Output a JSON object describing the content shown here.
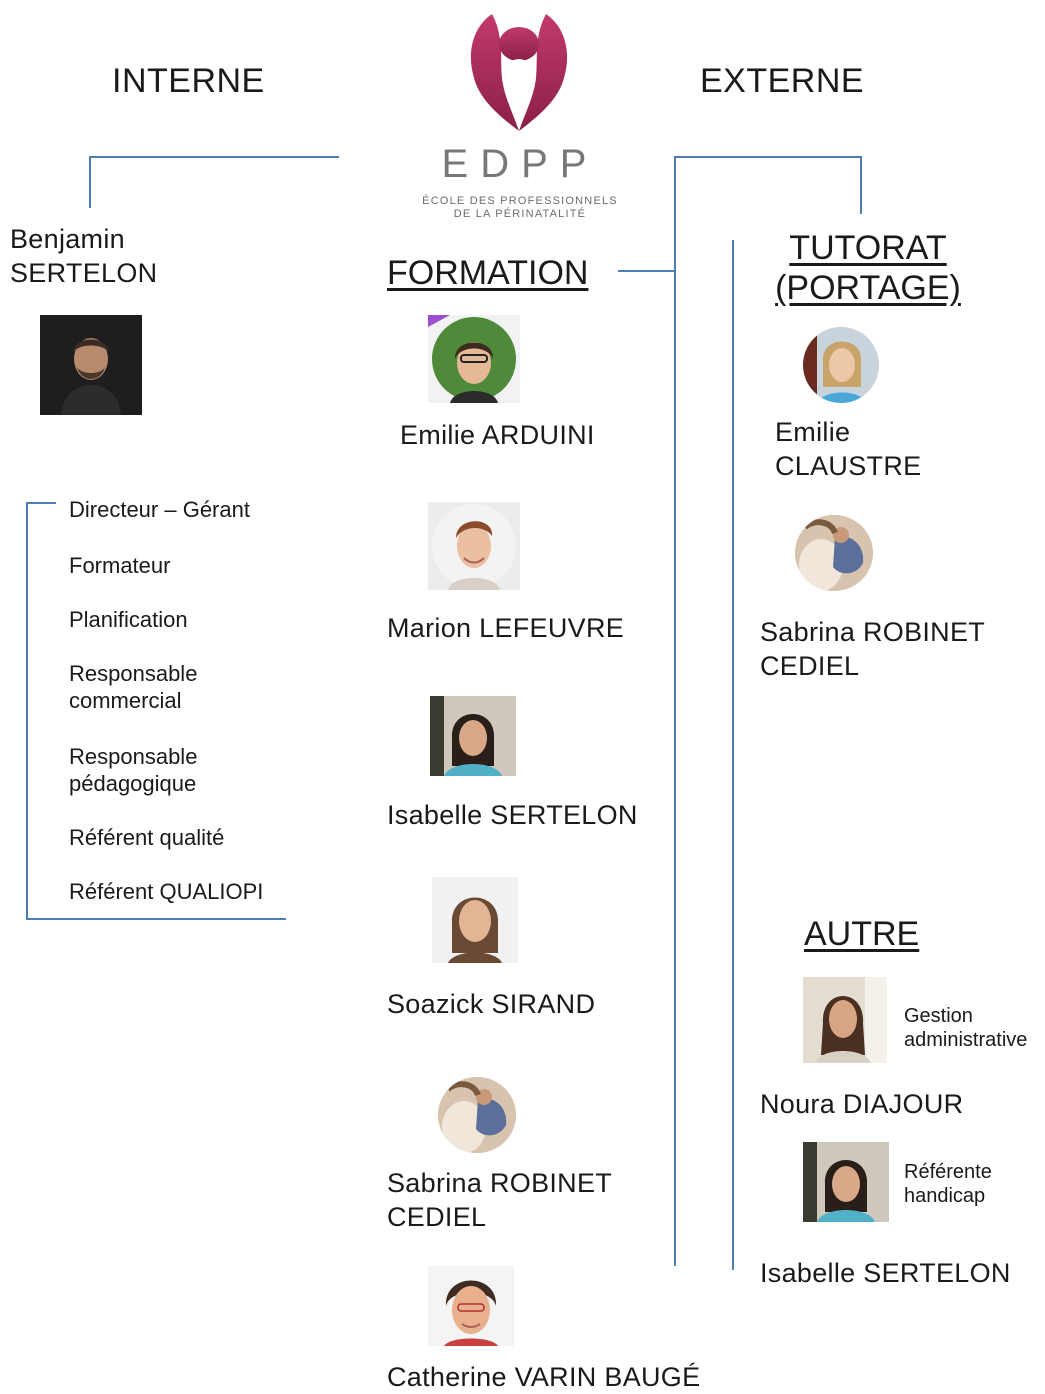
{
  "logo": {
    "name": "EDPP",
    "line1": "ÉCOLE DES PROFESSIONNELS",
    "line2": "DE LA PÉRINATALITÉ",
    "color": "#a52a5a"
  },
  "headings": {
    "interne": "INTERNE",
    "externe": "EXTERNE"
  },
  "interne": {
    "director": "Benjamin\nSERTELON",
    "roles": [
      "Directeur – Gérant",
      "Formateur",
      "Planification",
      "Responsable\ncommercial",
      "Responsable\npédagogique",
      "Référent qualité",
      "Référent QUALIOPI"
    ]
  },
  "formation": {
    "title": "FORMATION",
    "people": [
      "Emilie ARDUINI",
      "Marion LEFEUVRE",
      "Isabelle SERTELON",
      "Soazick SIRAND",
      "Sabrina ROBINET\nCEDIEL",
      "Catherine VARIN BAUGÉ"
    ]
  },
  "tutorat": {
    "title": "TUTORAT\n(PORTAGE)",
    "people": [
      "Emilie\nCLAUSTRE",
      "Sabrina ROBINET\nCEDIEL"
    ]
  },
  "autre": {
    "title": "AUTRE",
    "people": [
      {
        "name": "Noura DIAJOUR",
        "role": "Gestion\nadministrative"
      },
      {
        "name": "Isabelle SERTELON",
        "role": "Référente\nhandicap"
      }
    ]
  },
  "colors": {
    "connector": "#4d7eb3",
    "logo": "#a52a5a",
    "text": "#1a1a1a"
  }
}
